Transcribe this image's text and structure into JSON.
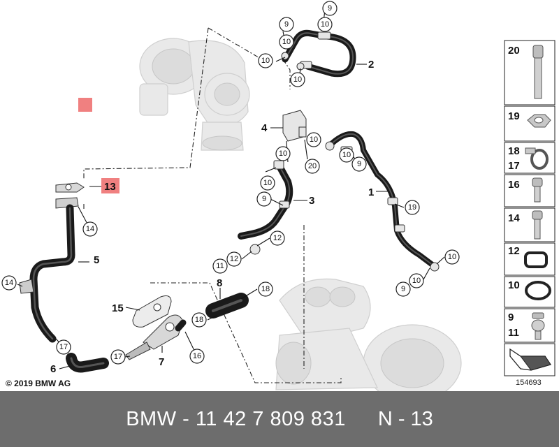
{
  "copyright": "© 2019 BMW AG",
  "drawing_number": "154693",
  "footer": {
    "part_number": "BMW - 11 42 7 809 831",
    "position": "N - 13"
  },
  "highlighted_callout": "13",
  "part_labels": [
    "1",
    "2",
    "3",
    "4",
    "5",
    "6",
    "7",
    "8",
    "13"
  ],
  "callouts": [
    "9",
    "10",
    "11",
    "12",
    "14",
    "15",
    "16",
    "17",
    "18",
    "19",
    "20"
  ],
  "legend_items": [
    "20",
    "19",
    "18",
    "17",
    "16",
    "14",
    "12",
    "10",
    "9",
    "11"
  ],
  "colors": {
    "highlight": "#f08080",
    "footer_bg": "#6d6d6d",
    "hose": "#1a1a1a",
    "ghost_part": "#e9e9e9"
  },
  "icons": [
    "turbocharger-ghost",
    "oil-hose",
    "banjo-bolt",
    "gasket",
    "hex-nut",
    "hose-clamp",
    "cap-screw",
    "sealing-ring",
    "arrow-corner-icon"
  ]
}
